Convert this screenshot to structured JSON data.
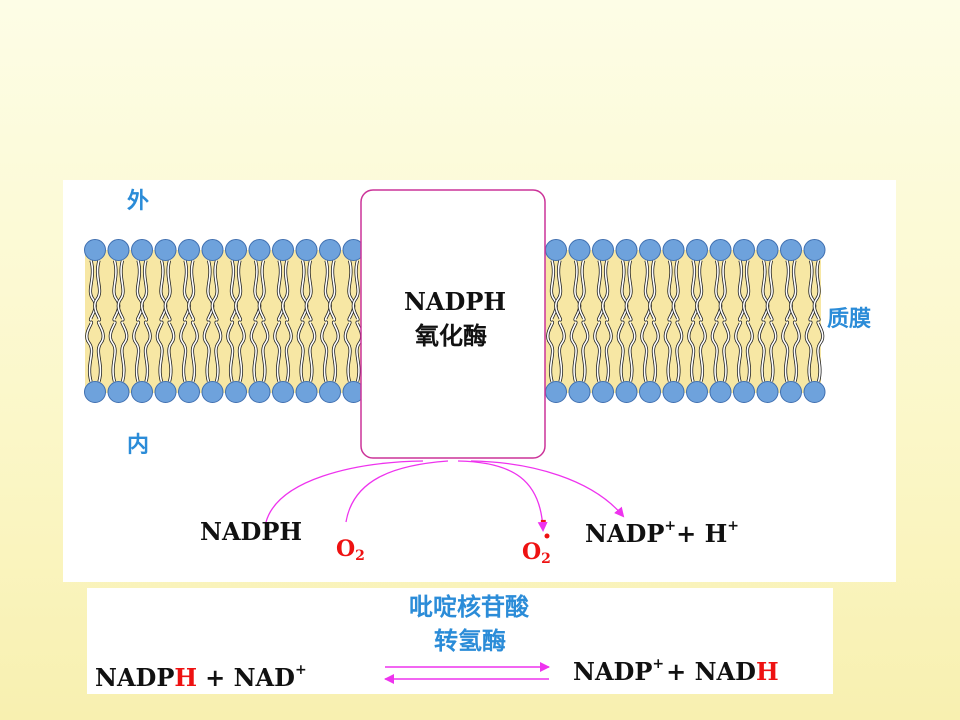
{
  "colors": {
    "head": "#6ea2dc",
    "head_stroke": "#3f6fb0",
    "lipid_band": "#f7e7a4",
    "enzyme_border": "#cc3399",
    "arrow": "#ee33ee",
    "label_blue": "#2b8cd8",
    "red": "#ee1111"
  },
  "membrane": {
    "outside_label": "外",
    "inside_label": "内",
    "membrane_label": "质膜"
  },
  "enzyme": {
    "name_line1": "NADPH",
    "name_line2": "氧化酶"
  },
  "reaction1": {
    "substrate": "NADPH",
    "oxygen": "O",
    "oxygen_sub": "2",
    "superoxide": "O",
    "superoxide_sub": "2",
    "superoxide_charge": "-",
    "product_nadp": "NADP",
    "charge_plus": "+",
    "plus": "+ H"
  },
  "reaction2": {
    "enzyme_line1": "吡啶核苷酸",
    "enzyme_line2": "转氢酶",
    "left_nadp": "NADP",
    "left_h": "H",
    "left_plus_nad": "+ NAD",
    "charge_plus": "+",
    "right_nadp": "NADP",
    "right_plus_nad": "+ NAD",
    "right_h": "H"
  }
}
